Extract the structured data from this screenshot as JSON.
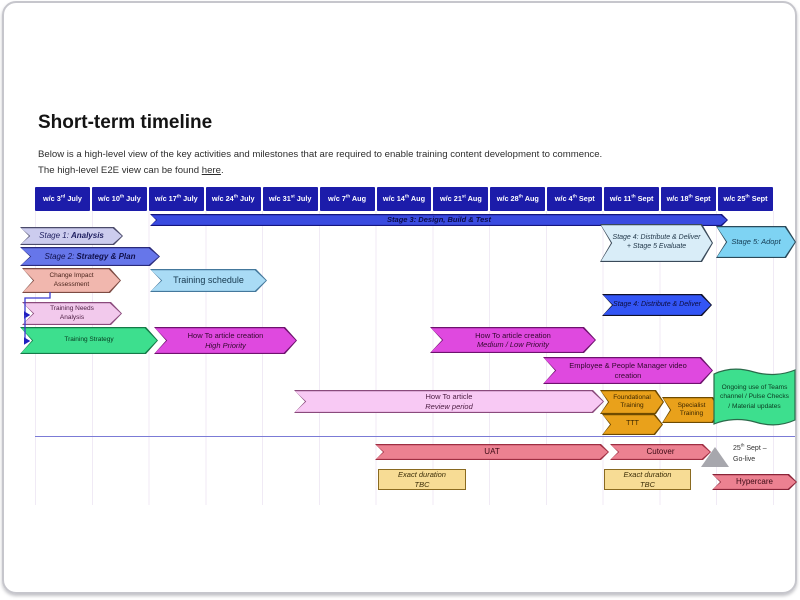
{
  "colors": {
    "navy": "#1c1caa",
    "royal": "#3a4be0",
    "brightblue": "#3355f5",
    "periwinkle": "#6676ea",
    "lavender": "#ccccee",
    "paleblue": "#d9edf8",
    "skyblue": "#7ed3f3",
    "lightblue": "#a9dbf5",
    "salmon": "#f1b7ae",
    "lightpink": "#f2c9ec",
    "palepink": "#f8c9f4",
    "green": "#3ddf8e",
    "magenta": "#df49df",
    "orange": "#e9a11b",
    "tan": "#f7dc95",
    "rose": "#ec8191",
    "graytri": "#a7a7ad",
    "rule": "#7b7bd6",
    "grid": "#f0eaf5"
  },
  "slide": {
    "title": "Short-term timeline"
  },
  "intro": {
    "line1": "Below is a high-level view of the key activities and milestones that are required to enable training content development to commence.",
    "line2_pre": "The high-level E2E view can be found ",
    "link": "here",
    "line2_post": "."
  },
  "weeks": [
    {
      "pre": "w/c 3",
      "sup": "rd",
      "post": " July"
    },
    {
      "pre": "w/c 10",
      "sup": "th",
      "post": " July"
    },
    {
      "pre": "w/c 17",
      "sup": "th",
      "post": " July"
    },
    {
      "pre": "w/c 24",
      "sup": "th",
      "post": " July"
    },
    {
      "pre": "w/c 31",
      "sup": "st",
      "post": " July"
    },
    {
      "pre": "w/c 7",
      "sup": "th",
      "post": " Aug"
    },
    {
      "pre": "w/c 14",
      "sup": "th",
      "post": " Aug"
    },
    {
      "pre": "w/c 21",
      "sup": "st",
      "post": " Aug"
    },
    {
      "pre": "w/c 28",
      "sup": "th",
      "post": " Aug"
    },
    {
      "pre": "w/c 4",
      "sup": "th",
      "post": " Sept"
    },
    {
      "pre": "w/c 11",
      "sup": "th",
      "post": " Sept"
    },
    {
      "pre": "w/c 18",
      "sup": "th",
      "post": " Sept"
    },
    {
      "pre": "w/c 25",
      "sup": "th",
      "post": " Sept"
    }
  ],
  "stages": {
    "s1_pre": "Stage 1: ",
    "s1_em": "Analysis",
    "s2_pre": "Stage 2: ",
    "s2_em": "Strategy & Plan",
    "s3": "Stage 3: Design, Build & Test",
    "s4_box": "Stage 4: Distribute & Deliver + Stage 5 Evaluate",
    "s4_arrow": "Stage 4: Distribute & Deliver",
    "s5": "Stage 5: Adopt"
  },
  "activities": {
    "cia_l1": "Change Impact",
    "cia_l2": "Assessment",
    "training_schedule": "Training schedule",
    "tna_l1": "Training Needs",
    "tna_l2": "Analysis",
    "training_strategy": "Training Strategy",
    "howto_high_l1": "How To article creation",
    "howto_high_l2": "High Priority",
    "howto_med_l1": "How To article creation",
    "howto_med_l2": "Medium / Low Priority",
    "video": "Employee & People Manager video creation",
    "review_l1": "How To article",
    "review_l2": "Review period",
    "foundational": "Foundational Training",
    "specialist": "Specialist Training",
    "ttt": "TTT",
    "ongoing": "Ongoing use of Teams channel / Pulse Checks / Material updates",
    "uat": "UAT",
    "cutover": "Cutover",
    "hypercare": "Hypercare",
    "tbc_l1": "Exact duration",
    "tbc_l2": "TBC"
  },
  "milestone": {
    "pre": "25",
    "sup": "th",
    "post": " Sept –",
    "line2": "Go-live"
  }
}
